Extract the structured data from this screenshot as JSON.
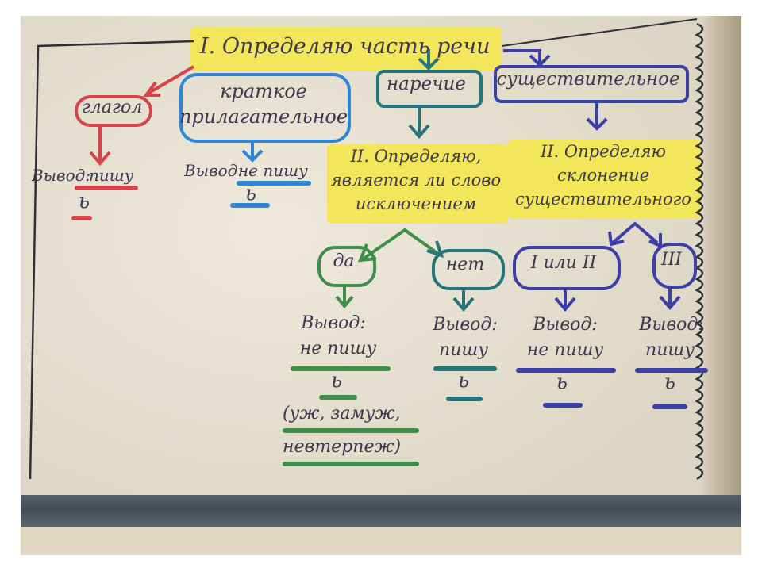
{
  "colors": {
    "highlight": "#f3e65a",
    "red": "#d8424b",
    "blue": "#2f86d6",
    "teal": "#27757a",
    "navy": "#3b3fa6",
    "green": "#3f8f4a",
    "ink": "#3a3852"
  },
  "step1": "I. Определяю часть речи",
  "verb": {
    "label": "глагол",
    "conclusion_prefix": "Вывод:",
    "conclusion_verb": "пишу",
    "letter": "ь"
  },
  "short_adj": {
    "label_line1": "краткое",
    "label_line2": "прилагательное",
    "conclusion_prefix": "Вывод:",
    "conclusion_verb": "не пишу",
    "letter": "ь"
  },
  "adverb": {
    "label": "наречие",
    "step2_line1": "II. Определяю,",
    "step2_line2": "является ли слово",
    "step2_line3": "исключением",
    "yes": {
      "label": "да",
      "conclusion_prefix": "Вывод:",
      "conclusion_verb": "не пишу",
      "letter": "ь",
      "exceptions_line1": "(уж, замуж,",
      "exceptions_line2": "невтерпеж)"
    },
    "no": {
      "label": "нет",
      "conclusion_prefix": "Вывод:",
      "conclusion_verb": "пишу",
      "letter": "ь"
    }
  },
  "noun": {
    "label": "существительное",
    "step2_line1": "II. Определяю",
    "step2_line2": "склонение",
    "step2_line3": "существительного",
    "decl12": {
      "label": "I или II",
      "conclusion_prefix": "Вывод:",
      "conclusion_verb": "не пишу",
      "letter": "ь"
    },
    "decl3": {
      "label": "III",
      "conclusion_prefix": "Вывод:",
      "conclusion_verb": "пишу",
      "letter": "ь"
    }
  }
}
